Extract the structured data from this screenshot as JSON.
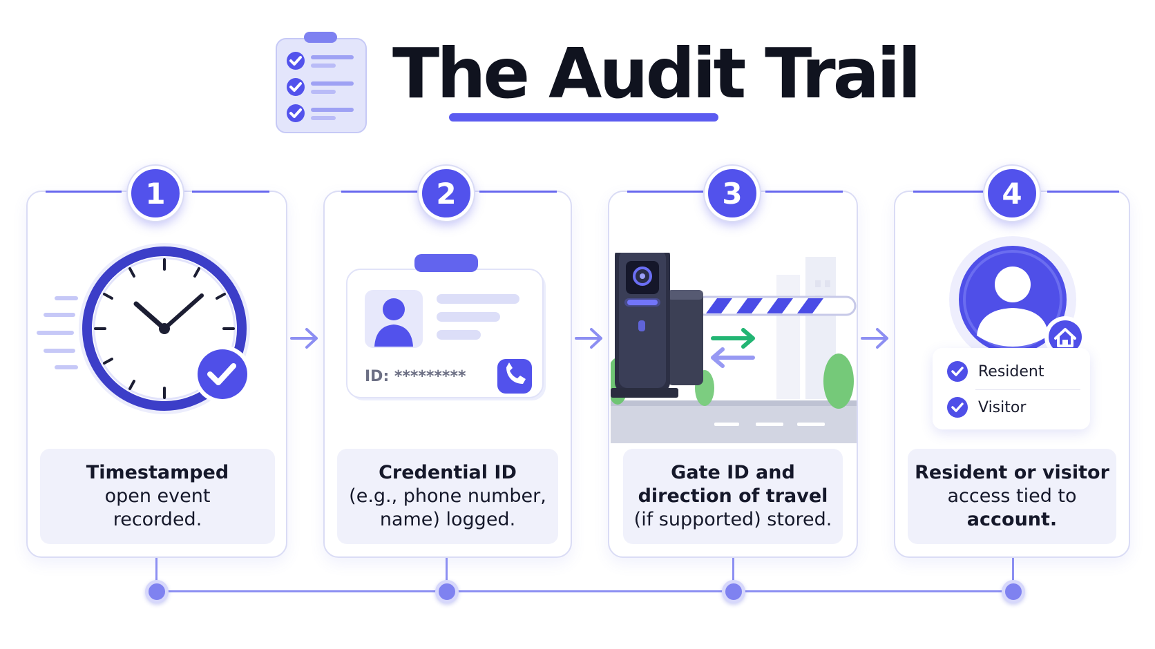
{
  "header": {
    "title": "The Audit Trail",
    "icon": "checklist-clipboard-icon"
  },
  "colors": {
    "accent": "#5252ec",
    "accent_light": "#dadcf5",
    "caption_bg": "#f0f1fb",
    "title": "#10131f",
    "green_arrow": "#22b573"
  },
  "steps": [
    {
      "number": "1",
      "icon": "clock-check-icon",
      "caption": {
        "line1": "Timestamped",
        "line2": "open event",
        "line3": "recorded."
      }
    },
    {
      "number": "2",
      "icon": "id-card-icon",
      "id_text": "ID: *********",
      "caption": {
        "line1": "Credential ID",
        "line2": "(e.g., phone number,",
        "line3": "name) logged."
      }
    },
    {
      "number": "3",
      "icon": "gate-barrier-icon",
      "caption": {
        "line1": "Gate ID and",
        "line2": "direction of travel",
        "line3": "(if supported) stored."
      }
    },
    {
      "number": "4",
      "icon": "user-home-icon",
      "options": [
        "Resident",
        "Visitor"
      ],
      "caption": {
        "line1": "Resident or visitor",
        "line2": "access tied to",
        "line3": "account."
      }
    }
  ]
}
